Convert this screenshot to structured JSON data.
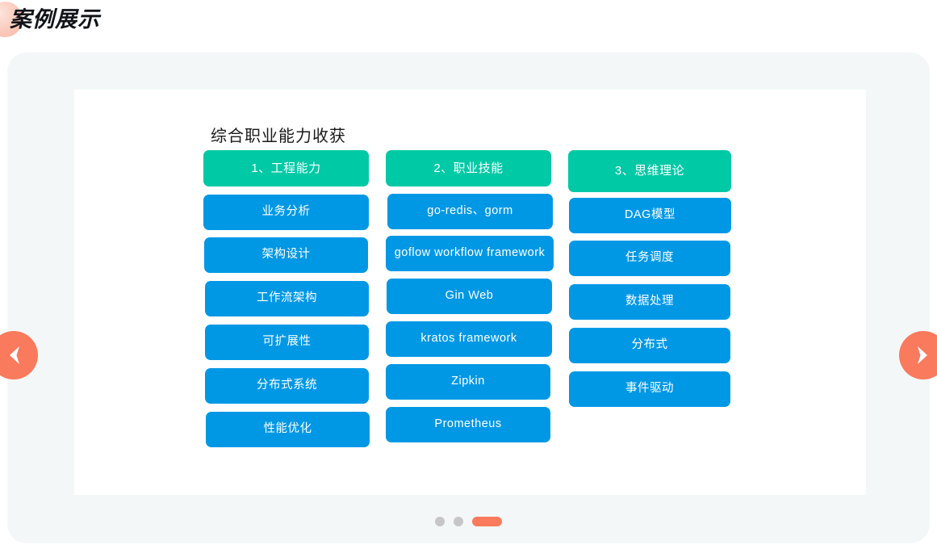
{
  "page": {
    "title": "案例展示",
    "accent_color": "#f97a5c",
    "stage_bg": "#f4f7f8",
    "chip_blue": "#0098e5",
    "chip_teal": "#00c9a5"
  },
  "slide": {
    "heading": "综合职业能力收获",
    "columns": [
      {
        "header": "1、工程能力",
        "items": [
          "业务分析",
          "架构设计",
          "工作流架构",
          "可扩展性",
          "分布式系统",
          "性能优化"
        ]
      },
      {
        "header": "2、职业技能",
        "items": [
          "go-redis、gorm",
          "goflow workflow framework",
          "Gin Web",
          "kratos framework",
          "Zipkin",
          "Prometheus"
        ]
      },
      {
        "header": "3、思维理论",
        "items": [
          "DAG模型",
          "任务调度",
          "数据处理",
          "分布式",
          "事件驱动"
        ]
      }
    ]
  },
  "nav": {
    "prev_label": "prev-slide",
    "next_label": "next-slide"
  },
  "pagination": {
    "total": 3,
    "active_index": 2
  }
}
